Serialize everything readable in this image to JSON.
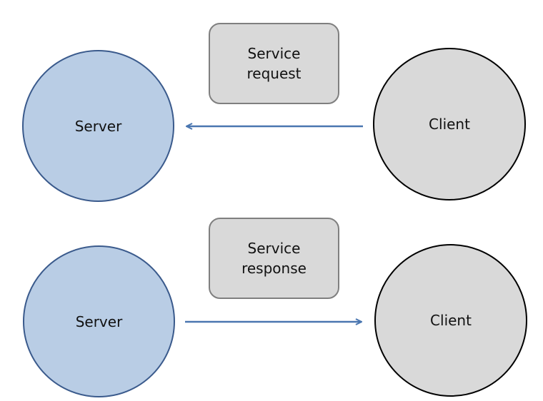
{
  "rows": [
    {
      "server_label": "Server",
      "client_label": "Client",
      "message_lines": [
        "Service",
        "request"
      ],
      "arrow_direction": "client-to-server"
    },
    {
      "server_label": "Server",
      "client_label": "Client",
      "message_lines": [
        "Service",
        "response"
      ],
      "arrow_direction": "server-to-client"
    }
  ],
  "colors": {
    "server_fill": "#b9cde5",
    "server_border": "#3a5a8c",
    "client_fill": "#d9d9d9",
    "client_border": "#000000",
    "message_fill": "#d9d9d9",
    "message_border": "#7f7f7f",
    "arrow": "#4a76b0"
  }
}
